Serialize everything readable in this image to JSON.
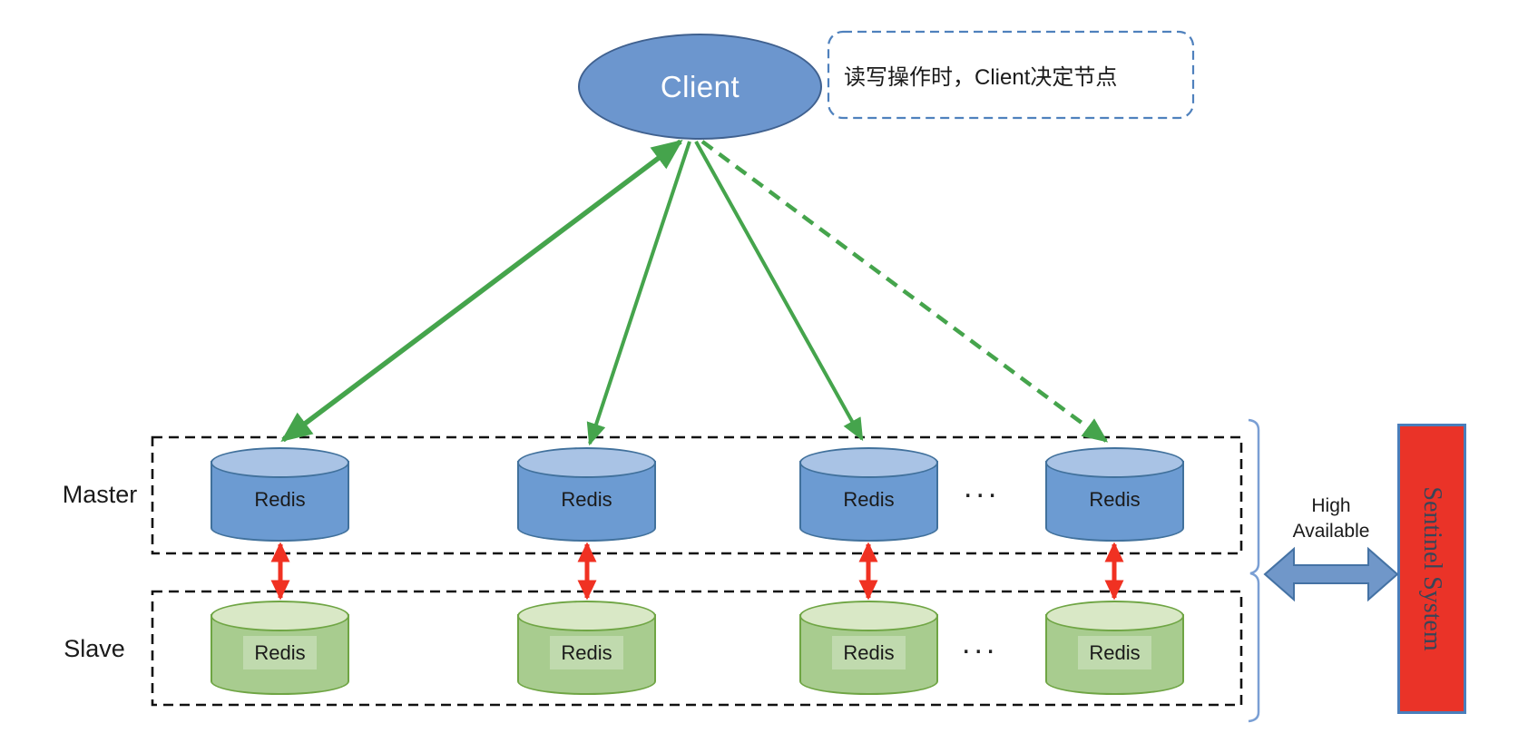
{
  "client": {
    "label": "Client"
  },
  "note": {
    "text": "读写操作时，Client决定节点"
  },
  "master_row": {
    "label": "Master",
    "ellipsis": "...",
    "nodes": [
      {
        "label": "Redis"
      },
      {
        "label": "Redis"
      },
      {
        "label": "Redis"
      },
      {
        "label": "Redis"
      }
    ]
  },
  "slave_row": {
    "label": "Slave",
    "ellipsis": "...",
    "nodes": [
      {
        "label": "Redis"
      },
      {
        "label": "Redis"
      },
      {
        "label": "Redis"
      },
      {
        "label": "Redis"
      }
    ]
  },
  "high_available": {
    "line1": "High",
    "line2": "Available"
  },
  "sentinel": {
    "label": "Sentinel System"
  },
  "colors": {
    "client_fill": "#6C96CE",
    "client_stroke": "#40618F",
    "master_node_fill": "#6C9BD2",
    "master_node_top": "#A9C3E5",
    "master_node_stroke": "#41719C",
    "slave_node_fill": "#A8CC8F",
    "slave_node_top": "#D9E8C6",
    "slave_node_stroke": "#6FA544",
    "green_arrow": "#45A44C",
    "red_arrow": "#F03122",
    "note_border": "#4F81BD",
    "region_border": "#111111",
    "brace": "#7A9FD4",
    "ha_arrow_fill": "#7097C9",
    "ha_arrow_stroke": "#4472A4",
    "sentinel_fill": "#EA3328",
    "sentinel_border": "#4A7EBB",
    "sentinel_text": "#3A4557"
  }
}
